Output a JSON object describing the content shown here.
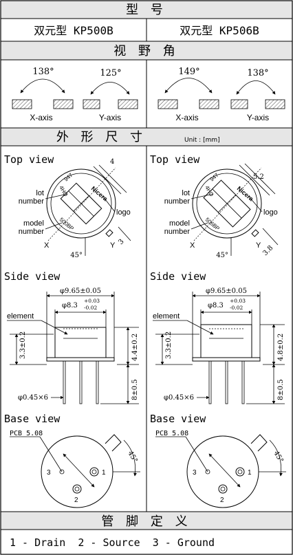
{
  "sections": {
    "model": "型 号",
    "fov": "视 野 角",
    "outline": "外 形 尺 寸",
    "outline_unit": "Unit : [mm]",
    "pins": "管 脚 定 义"
  },
  "models": [
    "双元型 KP500B",
    "双元型 KP506B"
  ],
  "fov": [
    {
      "x_angle": "138°",
      "y_angle": "125°",
      "x_label": "X-axis",
      "y_label": "Y-axis"
    },
    {
      "x_angle": "149°",
      "y_angle": "138°",
      "x_label": "X-axis",
      "y_label": "Y-axis"
    }
  ],
  "views": {
    "top": "Top view",
    "side": "Side view",
    "base": "Base view"
  },
  "top_labels": {
    "lot": "lot",
    "number": "number",
    "model": "model",
    "logo": "logo",
    "brand": "Nicera",
    "lot_code": "947",
    "x": "X",
    "y": "Y",
    "angle": "45°"
  },
  "top": [
    {
      "model_mark": "500BP",
      "lot_mark": "4HO",
      "win_len": "4",
      "win_w": "3"
    },
    {
      "model_mark": "506BP",
      "lot_mark": "4HO",
      "win_len": "5.2",
      "win_w": "3.8"
    }
  ],
  "side_labels": {
    "outer_dia": "φ9.65±0.05",
    "inner_dia": "φ8.3",
    "tol_plus": "+0.03",
    "tol_minus": "-0.02",
    "element": "element",
    "pin_dia": "φ0.45×6",
    "body_h": "3.3±0.2",
    "pin_len": "8±0.5"
  },
  "side": [
    {
      "total_h": "4.4±0.2"
    },
    {
      "total_h": "4.8±0.2"
    }
  ],
  "base_labels": {
    "pcb": "PCB 5.08",
    "angle": "45°",
    "pin1": "1",
    "pin2": "2",
    "pin3": "3"
  },
  "pin_def": "1 - Drain  2 - Source  3 - Ground"
}
